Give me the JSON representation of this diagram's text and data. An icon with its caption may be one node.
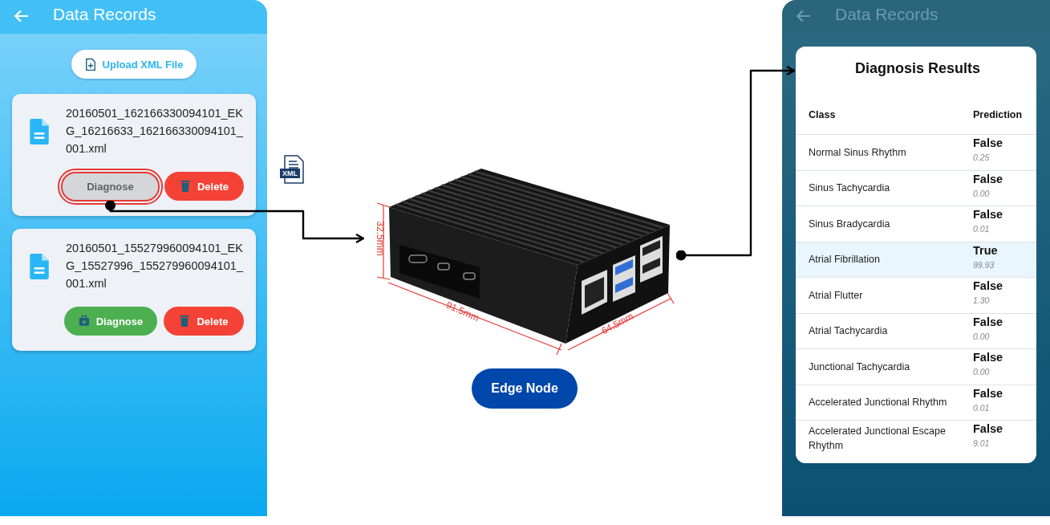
{
  "diagram": {
    "nodes": [
      {
        "text": [
          "Data Records"
        ]
      },
      {
        "text": [
          "Upload XML File"
        ],
        "in": 0
      },
      {
        "text": [
          "20160501_162166330094101_EKG_16216633_162166330094101_001.xml"
        ],
        "in": 0
      },
      {
        "text": [
          "Diagnose"
        ],
        "in": 2
      },
      {
        "text": [
          "Delete"
        ],
        "in": 2
      },
      {
        "text": [
          "20160501_155279960094101_EKG_15527996_155279960094101_001.xml"
        ],
        "in": 0
      },
      {
        "text": [
          "Diagnose"
        ],
        "in": 5
      },
      {
        "text": [
          "Delete"
        ],
        "in": 5
      },
      {
        "text": [],
        "shape": "picture"
      },
      {
        "text": [
          "Edge Node"
        ]
      },
      {
        "text": [
          "Data Records"
        ]
      },
      {
        "text": [
          "Diagnosis Results"
        ],
        "in": 10
      }
    ],
    "edges": [
      {
        "from": 3,
        "to": 8,
        "arrow": "to"
      },
      {
        "from": 8,
        "to": 11,
        "arrow": "to"
      }
    ],
    "labels": [
      "XML",
      "32.5mm",
      "91.5mm",
      "64.5mm",
      "Class",
      "Prediction",
      "Normal Sinus Rhythm",
      "False",
      "0.25",
      "Sinus Tachycardia",
      "False",
      "0.00",
      "Sinus Bradycardia",
      "False",
      "0.01",
      "Atrial Fibrillation",
      "True",
      "99.93",
      "Atrial Flutter",
      "False",
      "1.30",
      "Atrial Tachycardia",
      "False",
      "0.00",
      "Junctional Tachycardia",
      "False",
      "0.00",
      "Accelerated Junctional Rhythm",
      "False",
      "0.01",
      "Accelerated Junctional Escape Rhythm",
      "False",
      "9.01"
    ]
  }
}
